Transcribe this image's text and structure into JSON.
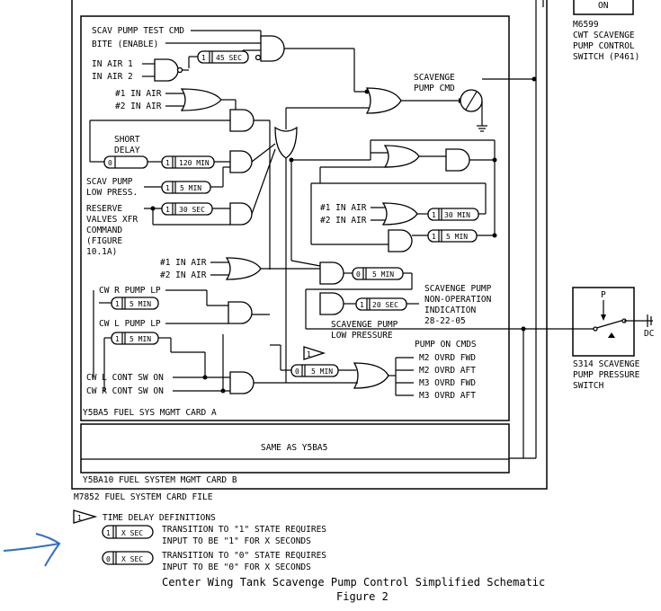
{
  "top_box": {
    "on": "ON"
  },
  "m6599": {
    "l1": "M6599",
    "l2": "CWT SCAVENGE",
    "l3": "PUMP CONTROL",
    "l4": "SWITCH (P461)"
  },
  "inputs": {
    "scav_test": "SCAV PUMP TEST CMD",
    "bite": "BITE (ENABLE)",
    "in_air_1": "IN AIR 1",
    "in_air_2": "IN AIR 2",
    "no1_in_air": "#1 IN AIR",
    "no2_in_air": "#2 IN AIR",
    "short": "SHORT",
    "delay": "DELAY",
    "scav_low_1": "SCAV PUMP",
    "scav_low_2": "LOW PRESS.",
    "reserve_1": "RESERVE",
    "reserve_2": "VALVES XFR",
    "reserve_3": "COMMAND",
    "reserve_4": "(FIGURE",
    "reserve_5": "10.1A)",
    "cw_r_lp": "CW R PUMP LP",
    "cw_l_lp": "CW L PUMP LP",
    "cw_l_cont": "CW L CONT SW ON",
    "cw_r_cont": "CW R CONT SW ON"
  },
  "timers": {
    "t45": "45 SEC",
    "t120": "120 MIN",
    "t5a": "5 MIN",
    "t30sec": "30 SEC",
    "t30min": "30 MIN",
    "t5b": "5 MIN",
    "t5c": "5 MIN",
    "t20": "20 SEC",
    "t5d": "5 MIN",
    "t5e": "5 MIN",
    "t5f": "5 MIN",
    "one": "1",
    "zero": "0"
  },
  "outputs": {
    "scav_cmd_1": "SCAVENGE",
    "scav_cmd_2": "PUMP CMD",
    "nonop_1": "SCAVENGE PUMP",
    "nonop_2": "NON-OPERATION",
    "nonop_3": "INDICATION",
    "nonop_4": "28-22-05",
    "lowp_1": "SCAVENGE PUMP",
    "lowp_2": "LOW PRESSURE",
    "pump_on": "PUMP ON CMDS",
    "m2f": "M2 OVRD FWD",
    "m2a": "M2 OVRD AFT",
    "m3f": "M3 OVRD FWD",
    "m3a": "M3 OVRD AFT"
  },
  "cards": {
    "card_a": "Y5BA5 FUEL SYS MGMT CARD A",
    "same_as": "SAME AS Y5BA5",
    "card_b": "Y5BA10 FUEL SYSTEM MGMT CARD B",
    "file": "M7852 FUEL SYSTEM CARD FILE"
  },
  "s314": {
    "p": "P",
    "dc": "DC",
    "l1": "S314 SCAVENGE",
    "l2": "PUMP PRESSURE",
    "l3": "SWITCH"
  },
  "legend": {
    "flag": "1",
    "title": "TIME DELAY DEFINITIONS",
    "one": "1",
    "zero": "0",
    "xsec": "X SEC",
    "d1a": "TRANSITION TO \"1\" STATE REQUIRES",
    "d1b": "INPUT TO BE \"1\" FOR X SECONDS",
    "d0a": "TRANSITION TO \"0\" STATE REQUIRES",
    "d0b": "INPUT TO BE \"0\" FOR X SECONDS"
  },
  "caption": {
    "title": "Center Wing Tank Scavenge Pump Control Simplified Schematic",
    "figure": "Figure 2"
  },
  "colors": {
    "ink": "#000000",
    "arrow": "#2f6fc9"
  }
}
